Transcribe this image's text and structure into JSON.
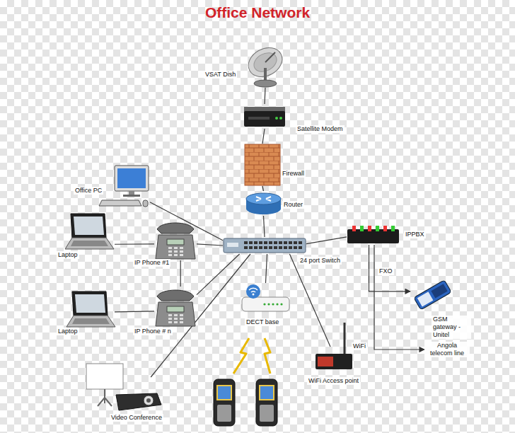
{
  "diagram": {
    "title": "Office Network",
    "nodes": [
      {
        "text": [
          "VSAT Dish"
        ]
      },
      {
        "text": [
          "Satellite Modem"
        ]
      },
      {
        "text": [
          "Firewall"
        ]
      },
      {
        "text": [
          "Router"
        ]
      },
      {
        "text": [
          "24 port Switch"
        ]
      },
      {
        "text": [
          "IPPBX"
        ]
      },
      {
        "text": [
          "Office  PC"
        ]
      },
      {
        "text": [
          "Laptop"
        ]
      },
      {
        "text": [
          "IP Phone #1"
        ]
      },
      {
        "text": [
          "Laptop"
        ]
      },
      {
        "text": [
          "IP Phone # n"
        ]
      },
      {
        "text": [
          "DECT base"
        ]
      },
      {
        "text": [
          "WiFi Access point"
        ]
      },
      {
        "text": [
          "GSM gateway - Unitel"
        ]
      },
      {
        "text": [
          "Angola telecom line"
        ]
      },
      {
        "text": [
          "Video Conference"
        ]
      }
    ],
    "edges": [
      {
        "from": 0,
        "to": 1,
        "arrow": "none"
      },
      {
        "from": 1,
        "to": 2,
        "arrow": "none"
      },
      {
        "from": 2,
        "to": 3,
        "arrow": "none"
      },
      {
        "from": 3,
        "to": 4,
        "arrow": "none"
      },
      {
        "from": 4,
        "to": 5,
        "arrow": "none"
      },
      {
        "from": 4,
        "to": 6,
        "arrow": "none"
      },
      {
        "from": 7,
        "to": 8,
        "arrow": "none"
      },
      {
        "from": 8,
        "to": 4,
        "arrow": "none"
      },
      {
        "from": 8,
        "to": 10,
        "arrow": "none"
      },
      {
        "from": 9,
        "to": 10,
        "arrow": "none"
      },
      {
        "from": 10,
        "to": 4,
        "arrow": "none"
      },
      {
        "from": 4,
        "to": 11,
        "arrow": "none"
      },
      {
        "from": 4,
        "to": 12,
        "arrow": "none"
      },
      {
        "from": 15,
        "to": 4,
        "arrow": "none"
      },
      {
        "from": 5,
        "to": 13,
        "label": "FXO",
        "arrow": "to"
      },
      {
        "from": 5,
        "to": 14,
        "arrow": "to"
      }
    ],
    "labels": [
      "WiFi"
    ]
  }
}
